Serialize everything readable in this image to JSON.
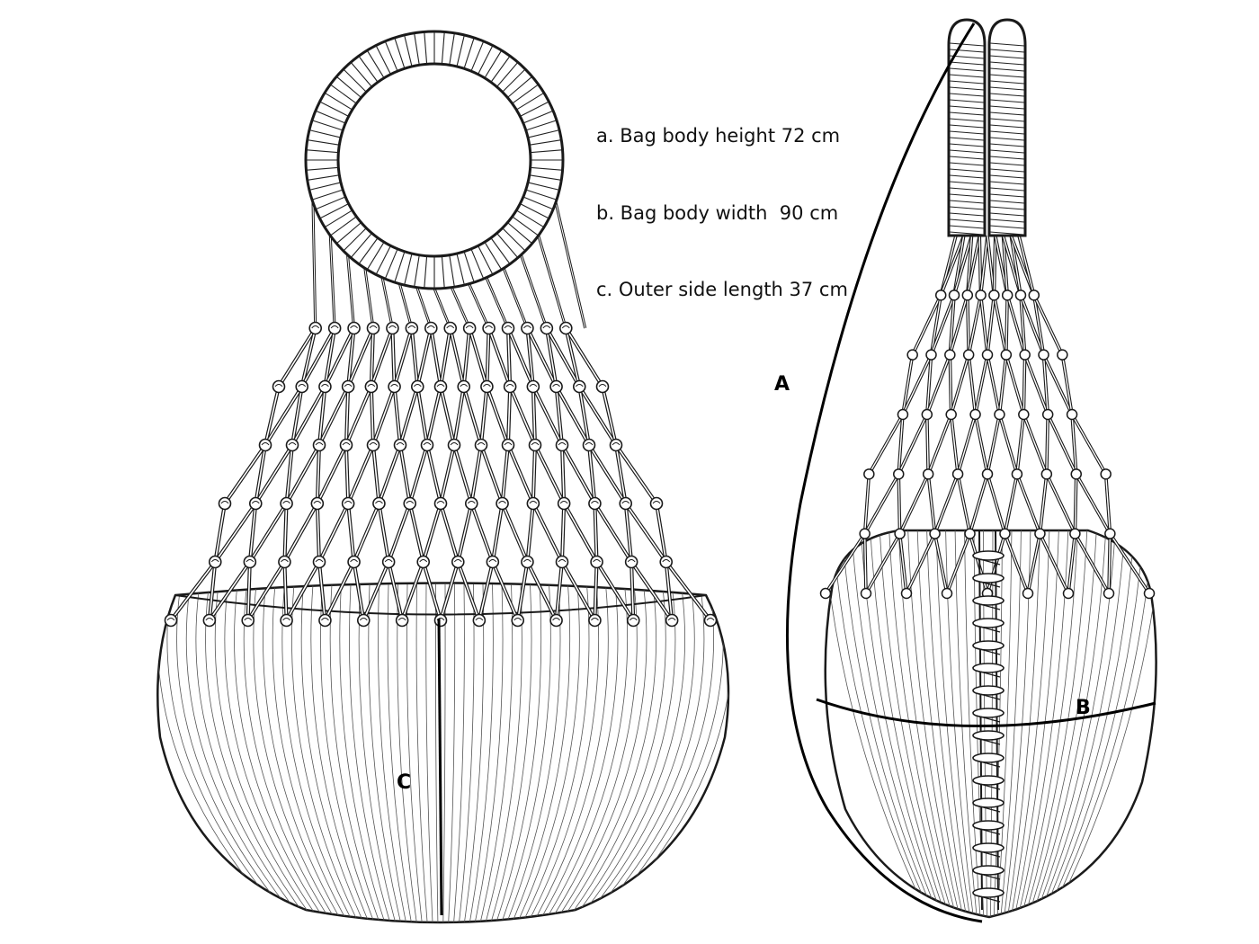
{
  "legend": {
    "items": [
      "a. Bag body height 72 cm",
      "b. Bag body width  90 cm",
      "c. Outer side length 37 cm"
    ]
  },
  "labels": {
    "a": "A",
    "b": "B",
    "c": "C"
  },
  "colors": {
    "line": "#1a1a1a",
    "fill": "#ffffff"
  }
}
